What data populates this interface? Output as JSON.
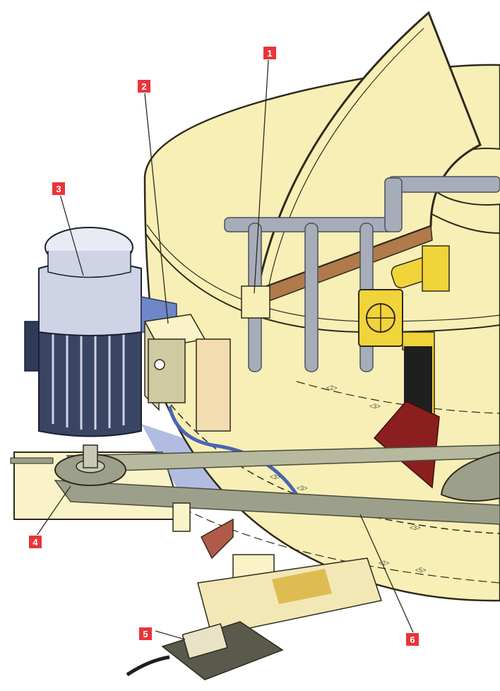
{
  "callouts": [
    {
      "id": "1",
      "label": "1"
    },
    {
      "id": "2",
      "label": "2"
    },
    {
      "id": "3",
      "label": "3"
    },
    {
      "id": "4",
      "label": "4"
    },
    {
      "id": "5",
      "label": "5"
    },
    {
      "id": "6",
      "label": "6"
    }
  ],
  "drawing_marks": [
    "<2>",
    "<3>",
    "<3>",
    "<3>",
    "<3>",
    "<2>",
    "<5>"
  ],
  "colors": {
    "callout_fill": "#e8353a",
    "tank_fill": "#f7efb6",
    "tank_outline": "#2e2a1c",
    "motor_body": "#cfd3e6",
    "motor_dark": "#2f3a57",
    "pipe": "#a7adb8",
    "belt": "#9ca08a",
    "scraper": "#8b1f1f",
    "gear_yellow": "#f1d33a",
    "base_cream": "#fbf3c8",
    "shadow_blue": "#6f86c7",
    "brown": "#b07a4b"
  }
}
